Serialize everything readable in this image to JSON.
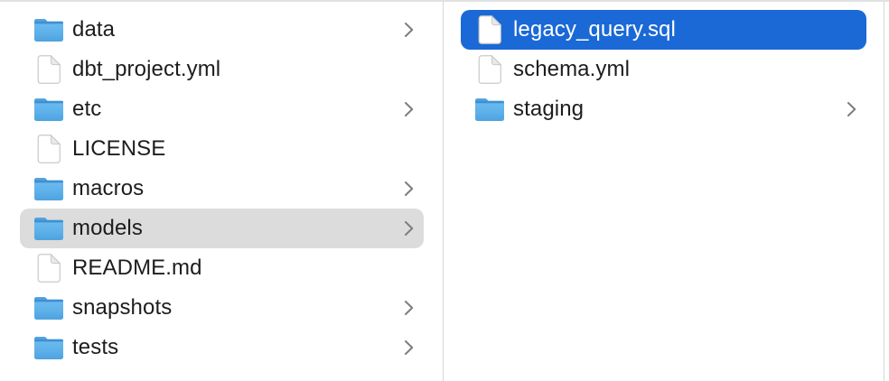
{
  "window": {
    "view": "finder-column-view"
  },
  "colors": {
    "selection_blue": "#1a69d6",
    "selection_gray": "#dcdcdc",
    "text_dark": "#1d1d1f",
    "text_on_selection": "#ffffff",
    "divider": "#d7d7d7",
    "chevron": "#7d7d7d",
    "folder_blue": "#5eb1e9"
  },
  "columns": [
    {
      "id": "left",
      "items": [
        {
          "label": "data",
          "type": "folder",
          "chevron": true,
          "selected": false
        },
        {
          "label": "dbt_project.yml",
          "type": "file",
          "chevron": false,
          "selected": false
        },
        {
          "label": "etc",
          "type": "folder",
          "chevron": true,
          "selected": false
        },
        {
          "label": "LICENSE",
          "type": "file",
          "chevron": false,
          "selected": false
        },
        {
          "label": "macros",
          "type": "folder",
          "chevron": true,
          "selected": false
        },
        {
          "label": "models",
          "type": "folder",
          "chevron": true,
          "selected": true,
          "selection_style": "inactive-gray"
        },
        {
          "label": "README.md",
          "type": "file",
          "chevron": false,
          "selected": false
        },
        {
          "label": "snapshots",
          "type": "folder",
          "chevron": true,
          "selected": false
        },
        {
          "label": "tests",
          "type": "folder",
          "chevron": true,
          "selected": false
        }
      ]
    },
    {
      "id": "right",
      "items": [
        {
          "label": "legacy_query.sql",
          "type": "file",
          "chevron": false,
          "selected": true,
          "selection_style": "active-blue"
        },
        {
          "label": "schema.yml",
          "type": "file",
          "chevron": false,
          "selected": false
        },
        {
          "label": "staging",
          "type": "folder",
          "chevron": true,
          "selected": false
        }
      ]
    }
  ]
}
